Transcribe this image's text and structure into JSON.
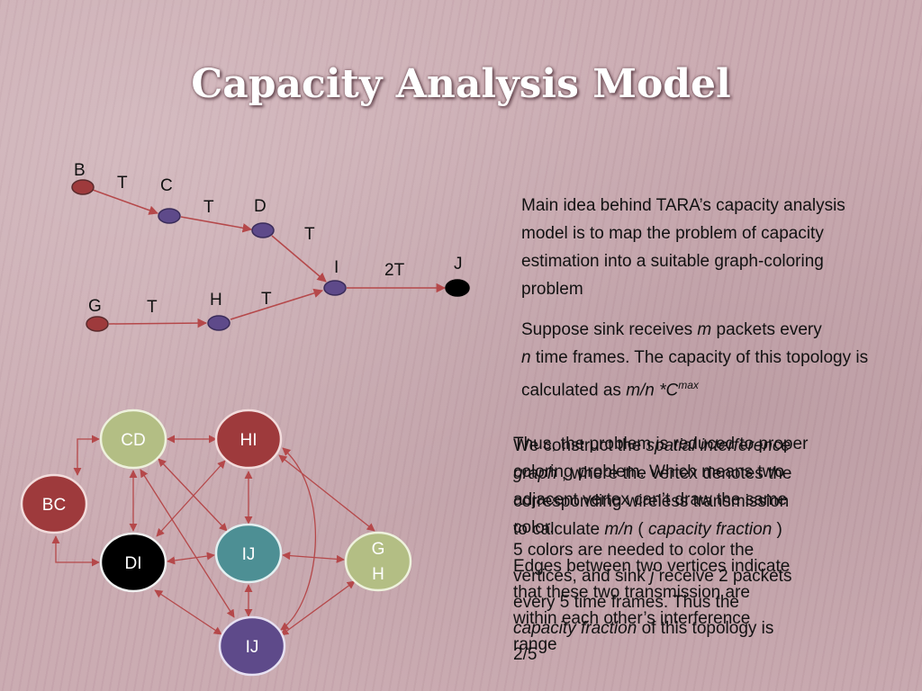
{
  "slide": {
    "title": "Capacity Analysis Model"
  },
  "topology": {
    "nodes": [
      "B",
      "C",
      "D",
      "I",
      "J",
      "G",
      "H"
    ],
    "edge_labels": [
      "T",
      "T",
      "T",
      "2T",
      "T",
      "T"
    ]
  },
  "interference_graph": {
    "vertices": [
      "CD",
      "HI",
      "BC",
      "DI",
      "IJ",
      "G",
      "H",
      "IJ"
    ]
  },
  "text": {
    "para1": "Main idea behind TARA’s capacity analysis model is to map the problem of capacity estimation into a suitable graph-coloring problem",
    "para2_a": "Suppose sink receives ",
    "para2_m": "m",
    "para2_b": " packets every",
    "para2_n": "n",
    "para2_c": " time frames. The capacity of this topology is calculated as ",
    "para2_formula": "m/n *C",
    "para2_sup": "max",
    "layer_a_1": "Thus, the problem is reduced to proper",
    "layer_a_2": "coloring problem. Which means two",
    "layer_a_3": "adjacent vertex can’t draw the same",
    "layer_a_4": "color.",
    "layer_b_1a": "We construct the ",
    "layer_b_1i": "spatial interference",
    "layer_b_2i": "graph",
    "layer_b_2b": " , where the vertex denotes the",
    "layer_b_3": "corresponding wireless transmission",
    "layer_b_4a": "to calculate ",
    "layer_b_4i": "m/n",
    "layer_b_4b": " ( ",
    "layer_b_4c": "capacity fraction",
    "layer_b_4d": " )",
    "layer_c_1": "5 colors are needed to color the",
    "layer_c_2a": "vertices, and sink ",
    "layer_c_2i": "j",
    "layer_c_2b": " receive 2 packets",
    "layer_c_3": "every 5 time frames. Thus the",
    "layer_c_4i": "capacity fraction",
    "layer_c_4b": " of this topology is",
    "layer_c_5": "2/5",
    "layer_d_1": "Edges between two vertices indicate",
    "layer_d_2": "that these two transmission are",
    "layer_d_3": "within each other’s interference",
    "layer_d_4": "range"
  },
  "colors": {
    "arrow": "#b5484a",
    "red_node": "#9e3a3c",
    "purple_node": "#5e4a8a",
    "green_node": "#b3be84",
    "teal_node": "#4d8f94",
    "black_node": "#000000"
  }
}
